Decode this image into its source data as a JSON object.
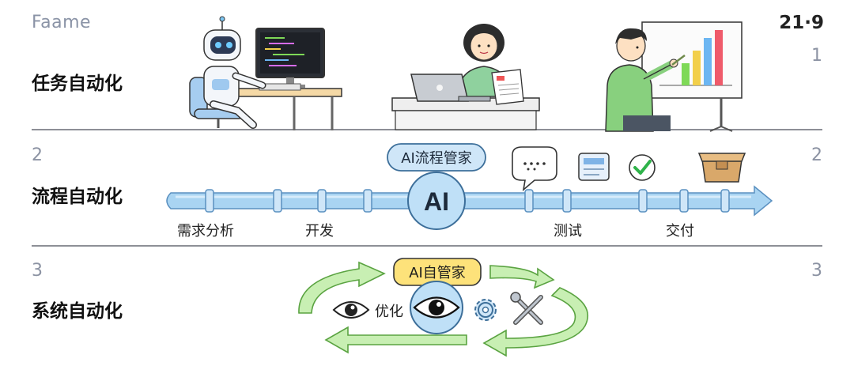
{
  "brand": "Faame",
  "aspect_ratio": "21·9",
  "sections": [
    {
      "number": "1",
      "title": "任务自动化"
    },
    {
      "number": "2",
      "title": "流程自动化"
    },
    {
      "number": "3",
      "title": "系统自动化"
    }
  ],
  "process": {
    "badge": "AI流程管家",
    "hub_label": "AI",
    "stages": [
      "需求分析",
      "开发",
      "测试",
      "交付"
    ]
  },
  "system": {
    "badge": "AI自管家",
    "optimize_label": "优化"
  },
  "colors": {
    "arrow_blue": "#a9d4f2",
    "hub_blue": "#bfe0f7",
    "cycle_green": "#c8efb3",
    "badge_yellow": "#fde27a",
    "divider": "#8d8f96"
  }
}
